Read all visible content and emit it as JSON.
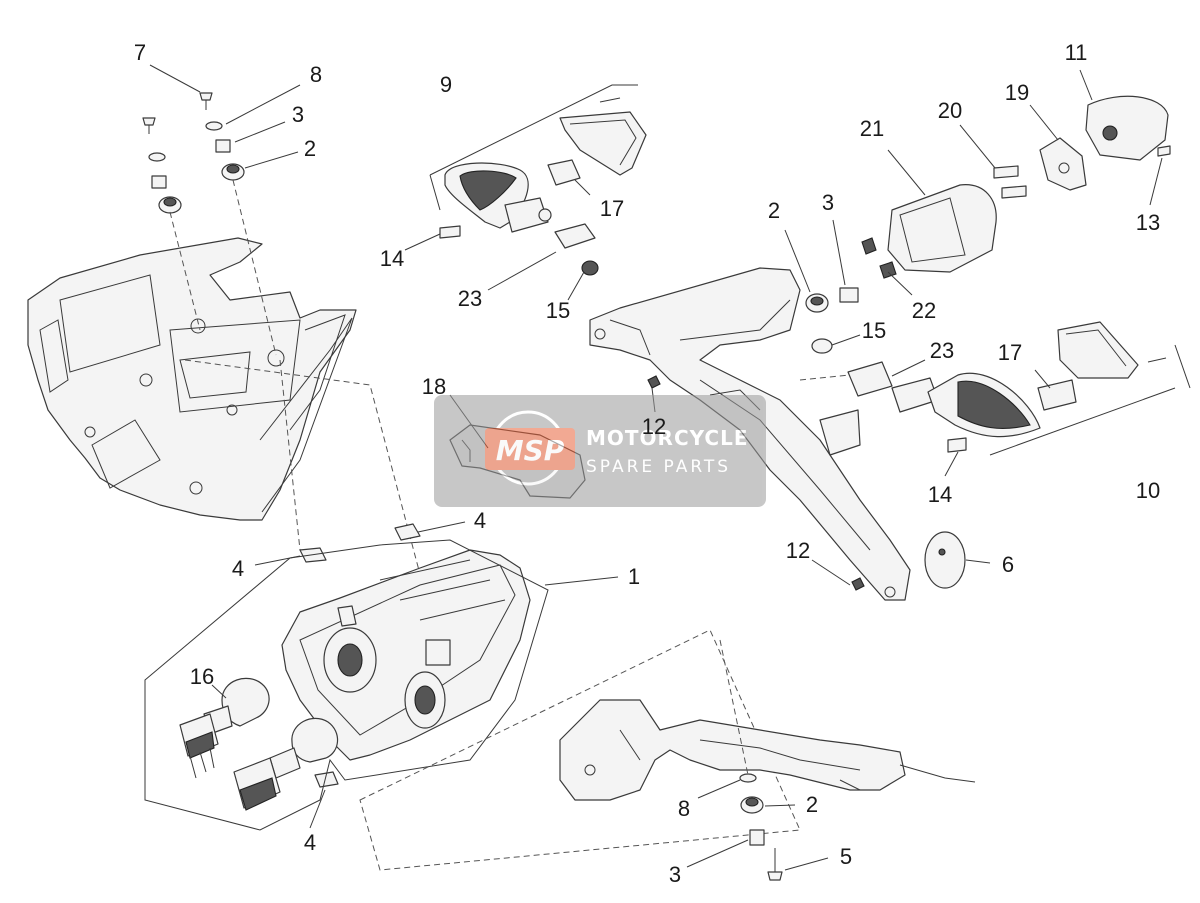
{
  "diagram": {
    "callouts": {
      "c7": "7",
      "c8a": "8",
      "c3a": "3",
      "c2a": "2",
      "c9": "9",
      "c17a": "17",
      "c14a": "14",
      "c23a": "23",
      "c15a": "15",
      "c11": "11",
      "c20": "20",
      "c19": "19",
      "c21": "21",
      "c13": "13",
      "c2b": "2",
      "c3b": "3",
      "c22": "22",
      "c15b": "15",
      "c23b": "23",
      "c17b": "17",
      "c18": "18",
      "c12a": "12",
      "c14b": "14",
      "c10": "10",
      "c4a": "4",
      "c4b": "4",
      "c1": "1",
      "c12b": "12",
      "c6": "6",
      "c16": "16",
      "c4c": "4",
      "c8b": "8",
      "c2c": "2",
      "c3c": "3",
      "c5": "5"
    }
  },
  "watermark": {
    "logo": "MSP",
    "line1": "MOTORCYCLE",
    "line2": "SPARE PARTS"
  }
}
